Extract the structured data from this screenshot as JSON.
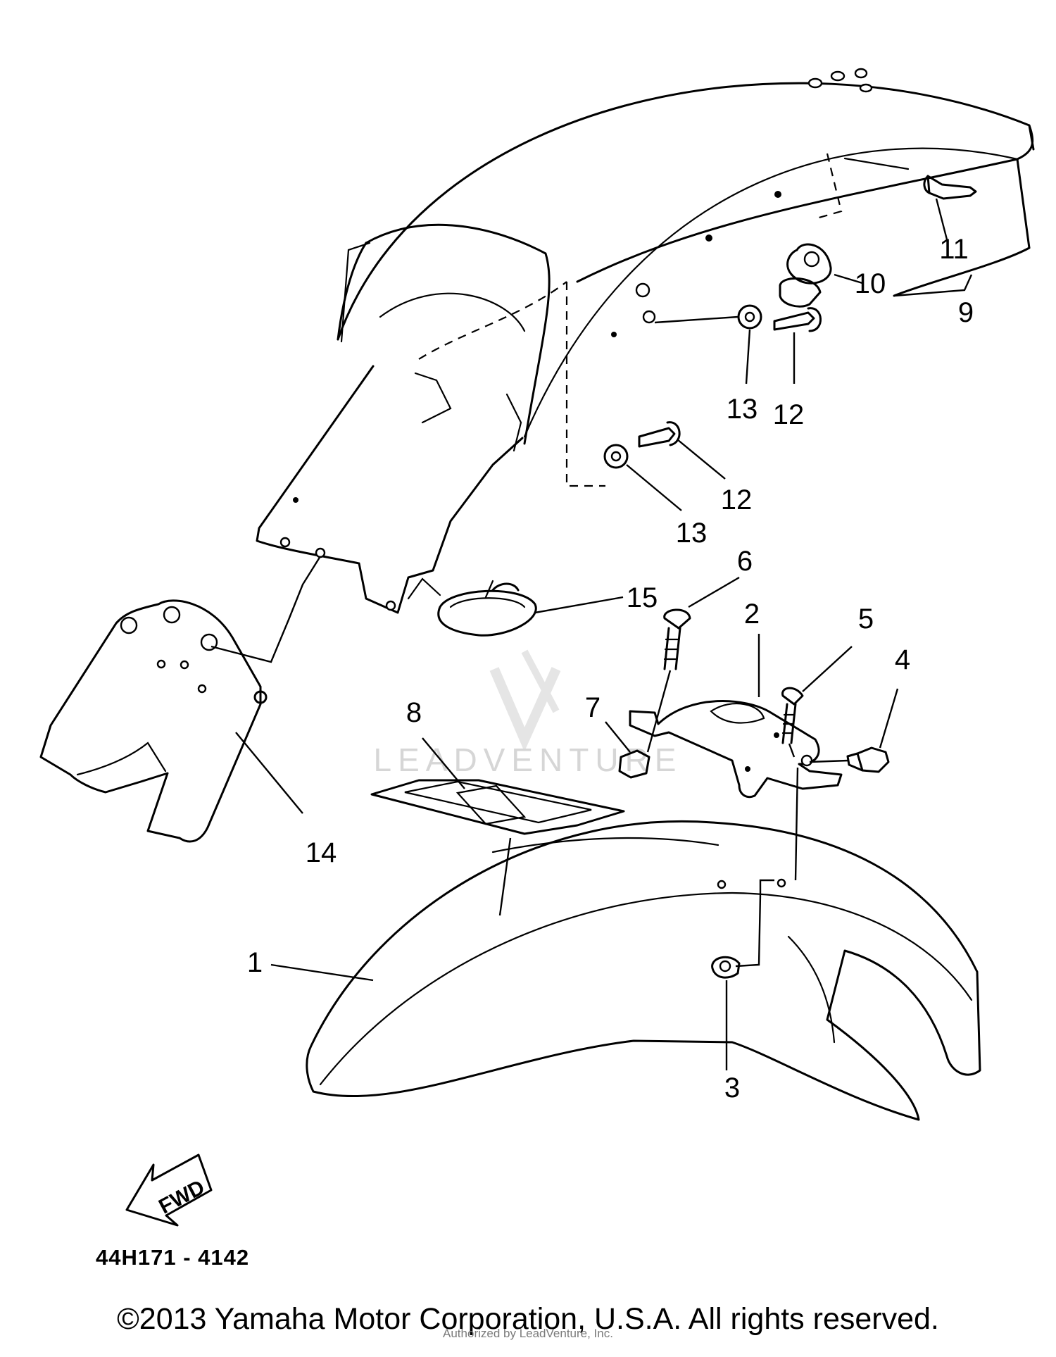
{
  "callouts": [
    "1",
    "2",
    "3",
    "4",
    "5",
    "6",
    "7",
    "8",
    "9",
    "10",
    "11",
    "12",
    "12",
    "13",
    "13",
    "14",
    "15"
  ],
  "forward_marker": "FWD",
  "drawing_code": "44H171 - 4142",
  "watermark": "LEADVENTURE",
  "copyright": "©2013 Yamaha Motor Corporation, U.S.A. All rights reserved.",
  "authorization": "Authorized by LeadVenture, Inc.",
  "colors": {
    "ink": "#000000",
    "background": "#ffffff",
    "watermark": "#d6d6d6"
  }
}
